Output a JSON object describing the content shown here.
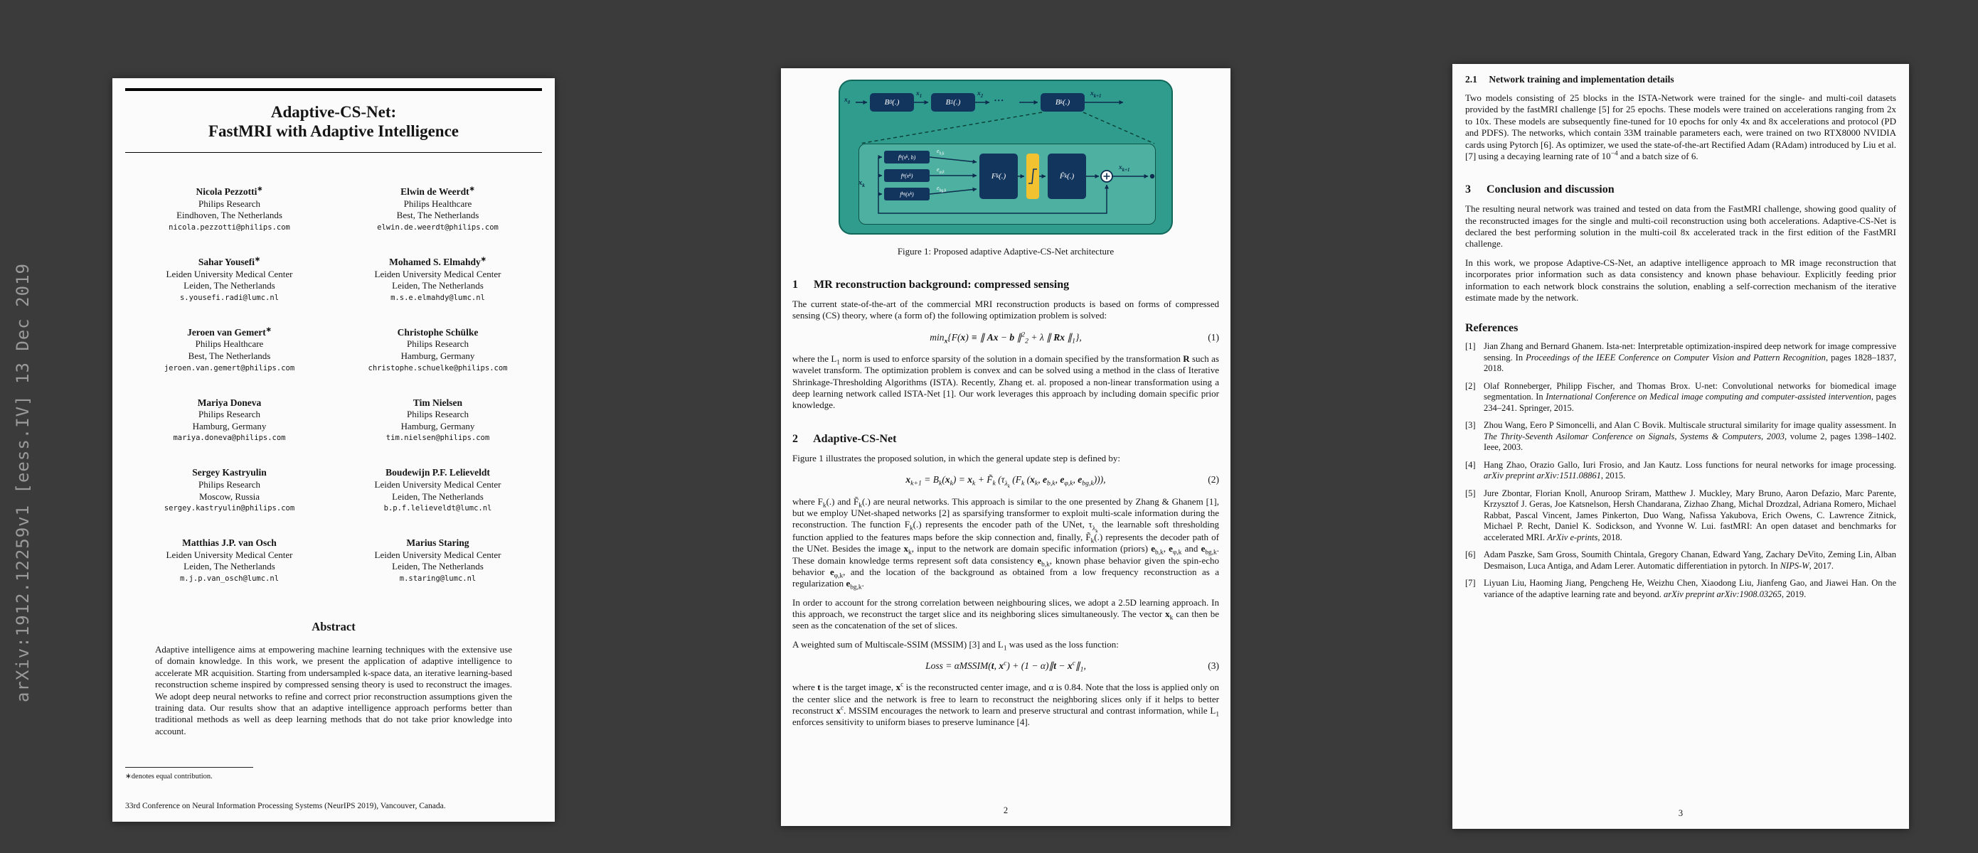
{
  "colors": {
    "canvas_bg": "#3b3b3b",
    "page_bg": "#fbfbfb",
    "watermark_gray": "#9a9a9a",
    "figure_teal": "#2f9c8d",
    "figure_panel_teal": "#4db0a0",
    "block_navy": "#12355e",
    "threshold_yellow": "#f2c230",
    "line_navy": "#0d2c4e"
  },
  "watermark": {
    "text": "arXiv:1912.12259v1  [eess.IV]  13 Dec 2019"
  },
  "page1": {
    "title_line1": "Adaptive-CS-Net:",
    "title_line2": "FastMRI with Adaptive Intelligence",
    "authors": [
      {
        "name": "Nicola Pezzotti<sup>∗</sup>",
        "affil1": "Philips Research",
        "affil2": "Eindhoven, The Netherlands",
        "email": "nicola.pezzotti@philips.com"
      },
      {
        "name": "Elwin de Weerdt<sup>∗</sup>",
        "affil1": "Philips Healthcare",
        "affil2": "Best, The Netherlands",
        "email": "elwin.de.weerdt@philips.com"
      },
      {
        "name": "Sahar Yousefi<sup>∗</sup>",
        "affil1": "Leiden University Medical Center",
        "affil2": "Leiden, The Netherlands",
        "email": "s.yousefi.radi@lumc.nl"
      },
      {
        "name": "Mohamed S. Elmahdy<sup>∗</sup>",
        "affil1": "Leiden University Medical Center",
        "affil2": "Leiden, The Netherlands",
        "email": "m.s.e.elmahdy@lumc.nl"
      },
      {
        "name": "Jeroen van Gemert<sup>∗</sup>",
        "affil1": "Philips Healthcare",
        "affil2": "Best, The Netherlands",
        "email": "jeroen.van.gemert@philips.com"
      },
      {
        "name": "Christophe Schülke",
        "affil1": "Philips Research",
        "affil2": "Hamburg, Germany",
        "email": "christophe.schuelke@philips.com"
      },
      {
        "name": "Mariya Doneva",
        "affil1": "Philips Research",
        "affil2": "Hamburg, Germany",
        "email": "mariya.doneva@philips.com"
      },
      {
        "name": "Tim Nielsen",
        "affil1": "Philips Research",
        "affil2": "Hamburg, Germany",
        "email": "tim.nielsen@philips.com"
      },
      {
        "name": "Sergey Kastryulin",
        "affil1": "Philips Research",
        "affil2": "Moscow, Russia",
        "email": "sergey.kastryulin@philips.com"
      },
      {
        "name": "Boudewijn P.F. Lelieveldt",
        "affil1": "Leiden University Medical Center",
        "affil2": "Leiden, The Netherlands",
        "email": "b.p.f.lelieveldt@lumc.nl"
      },
      {
        "name": "Matthias J.P. van Osch",
        "affil1": "Leiden University Medical Center",
        "affil2": "Leiden, The Netherlands",
        "email": "m.j.p.van_osch@lumc.nl"
      },
      {
        "name": "Marius Staring",
        "affil1": "Leiden University Medical Center",
        "affil2": "Leiden, The Netherlands",
        "email": "m.staring@lumc.nl"
      }
    ],
    "abstract_heading": "Abstract",
    "abstract_text": "Adaptive intelligence aims at empowering machine learning techniques with the extensive use of domain knowledge. In this work, we present the application of adaptive intelligence to accelerate MR acquisition. Starting from undersampled k-space data, an iterative learning-based reconstruction scheme inspired by compressed sensing theory is used to reconstruct the images. We adopt deep neural networks to refine and correct prior reconstruction assumptions given the training data. Our results show that an adaptive intelligence approach performs better than traditional methods as well as deep learning methods that do not take prior knowledge into account.",
    "footnote": "∗denotes equal contribution.",
    "conference_note": "33rd Conference on Neural Information Processing Systems (NeurIPS 2019), Vancouver, Canada."
  },
  "page2": {
    "figure": {
      "labels": {
        "x0": "x<sub>0</sub>",
        "x1": "x<sub>1</sub>",
        "x2": "x<sub>2</sub>",
        "dots": "• • •",
        "xk1_top": "x<sub>k+1</sub>",
        "b0": "B<sub>0</sub>(.)",
        "b1": "B<sub>1</sub>(.)",
        "bk": "B<sub>k</sub>(.)",
        "xk_in": "x<sub>k</sub>",
        "fb": "f<sub>b</sub>(x<sub>k</sub>, b)",
        "fphi": "f<sub>φ</sub>(x<sub>k</sub>)",
        "fbg": "f<sub>bg</sub>(x<sub>k</sub>)",
        "eb": "e<sub>b,k</sub>",
        "ephi": "e<sub>φ,k</sub>",
        "ebg": "e<sub>bg,k</sub>",
        "Fk": "F<sub>k</sub>(.)",
        "Fkt": "F̃<sub>k</sub>(.)",
        "xk1_out": "x<sub>k+1</sub>"
      }
    },
    "caption": "Figure 1: Proposed adaptive Adaptive-CS-Net architecture",
    "sec1": {
      "num": "1",
      "title": "MR reconstruction background: compressed sensing"
    },
    "sec1_para1": "The current state-of-the-art of the commercial MRI reconstruction products is based on forms of compressed sensing (CS) theory, where (a form of) the following optimization problem is solved:",
    "eq1": {
      "body": "min<sub><b>x</b></sub>{F(<b>x</b>) ≡ ∥ <b>Ax</b> − <b>b</b> ∥<sup>2</sup><sub>2</sub> + λ ∥ <b>Rx</b> ∥<sub>1</sub>},",
      "number": "(1)"
    },
    "sec1_para2": "where the L<sub>1</sub> norm is used to enforce sparsity of the solution in a domain specified by the transformation <b>R</b> such as wavelet transform. The optimization problem is convex and can be solved using a method in the class of Iterative Shrinkage-Thresholding Algorithms (ISTA). Recently, Zhang et. al. proposed a non-linear transformation using a deep learning network called ISTA-Net [1]. Our work leverages this approach by including domain specific prior knowledge.",
    "sec2": {
      "num": "2",
      "title": "Adaptive-CS-Net"
    },
    "sec2_para1": "Figure 1 illustrates the proposed solution, in which the general update step is defined by:",
    "eq2": {
      "body": "<b>x</b><sub>k+1</sub> = B<sub>k</sub>(<b>x</b><sub>k</sub>) = <b>x</b><sub>k</sub> + F̃<sub>k</sub> (τ<sub>λ<sub>k</sub></sub> (F<sub>k</sub> (<b>x</b><sub>k</sub>, <b>e</b><sub>b,k</sub>, <b>e</b><sub>φ,k</sub>, <b>e</b><sub>bg,k</sub>))),",
      "number": "(2)"
    },
    "sec2_para2": "where F<sub>k</sub>(.) and F̃<sub>k</sub>(.) are neural networks. This approach is similar to the one presented by Zhang &amp; Ghanem [1], but we employ UNet-shaped networks [2] as sparsifying transformer to exploit multi-scale information during the reconstruction. The function F<sub>k</sub>(.) represents the encoder path of the UNet, τ<sub>λ<sub>k</sub></sub> the learnable soft thresholding function applied to the features maps before the skip connection and, finally, F̃<sub>k</sub>(.) represents the decoder path of the UNet. Besides the image <b>x</b><sub>k</sub>, input to the network are domain specific information (priors) <b>e</b><sub>b,k</sub>, <b>e</b><sub>φ,k</sub> and <b>e</b><sub>bg,k</sub>. These domain knowledge terms represent soft data consistency <b>e</b><sub>b,k</sub>, known phase behavior given the spin-echo behavior <b>e</b><sub>φ,k</sub>, and the location of the background as obtained from a low frequency reconstruction as a regularization <b>e</b><sub>bg,k</sub>.",
    "sec2_para3": "In order to account for the strong correlation between neighbouring slices, we adopt a 2.5D learning approach. In this approach, we reconstruct the target slice and its neighboring slices simultaneously. The vector <b>x</b><sub>k</sub> can then be seen as the concatenation of the set of slices.",
    "sec2_para4": "A weighted sum of Multiscale-SSIM (MSSIM) [3] and L<sub>1</sub> was used as the loss function:",
    "eq3": {
      "body": "Loss = αMSSIM(<b>t</b>, <b>x</b><sup>c</sup>) + (1 − α)∥<b>t</b> − <b>x</b><sup>c</sup>∥<sub>1</sub>,",
      "number": "(3)"
    },
    "sec2_para5": "where <b>t</b> is the target image, <b>x</b><sup>c</sup> is the reconstructed center image, and α is 0.84. Note that the loss is applied only on the center slice and the network is free to learn to reconstruct the neighboring slices only if it helps to better reconstruct <b>x</b><sup>c</sup>. MSSIM encourages the network to learn and preserve structural and contrast information, while L<sub>1</sub> enforces sensitivity to uniform biases to preserve luminance [4].",
    "page_number": "2"
  },
  "page3": {
    "sec21": {
      "num": "2.1",
      "title": "Network training and implementation details"
    },
    "sec21_para": "Two models consisting of 25 blocks in the ISTA-Network were trained for the single- and multi-coil datasets provided by the fastMRI challenge [5] for 25 epochs. These models were trained on accelerations ranging from 2x to 10x. These models are subsequently fine-tuned for 10 epochs for only 4x and 8x accelerations and protocol (PD and PDFS). The networks, which contain 33M trainable parameters each, were trained on two RTX8000 NVIDIA cards using Pytorch [6]. As optimizer, we used the state-of-the-art Rectified Adam (RAdam) introduced by Liu et al. [7] using a decaying learning rate of 10<sup>−4</sup> and a batch size of 6.",
    "sec3": {
      "num": "3",
      "title": "Conclusion and discussion"
    },
    "sec3_para1": "The resulting neural network was trained and tested on data from the FastMRI challenge, showing good quality of the reconstructed images for the single and multi-coil reconstruction using both accelerations. Adaptive-CS-Net is declared the best performing solution in the multi-coil 8x accelerated track in the first edition of the FastMRI challenge.",
    "sec3_para2": "In this work, we propose Adaptive-CS-Net, an adaptive intelligence approach to MR image reconstruction that incorporates prior information such as data consistency and known phase behaviour. Explicitly feeding prior information to each network block constrains the solution, enabling a self-correction mechanism of the iterative estimate made by the network.",
    "refs_heading": "References",
    "references": [
      {
        "num": "[1]",
        "text": "Jian Zhang and Bernard Ghanem. Ista-net: Interpretable optimization-inspired deep network for image compressive sensing. In <i>Proceedings of the IEEE Conference on Computer Vision and Pattern Recognition</i>, pages 1828–1837, 2018."
      },
      {
        "num": "[2]",
        "text": "Olaf Ronneberger, Philipp Fischer, and Thomas Brox. U-net: Convolutional networks for biomedical image segmentation. In <i>International Conference on Medical image computing and computer-assisted intervention</i>, pages 234–241. Springer, 2015."
      },
      {
        "num": "[3]",
        "text": "Zhou Wang, Eero P Simoncelli, and Alan C Bovik. Multiscale structural similarity for image quality assessment. In <i>The Thrity-Seventh Asilomar Conference on Signals, Systems &amp; Computers, 2003</i>, volume 2, pages 1398–1402. Ieee, 2003."
      },
      {
        "num": "[4]",
        "text": "Hang Zhao, Orazio Gallo, Iuri Frosio, and Jan Kautz. Loss functions for neural networks for image processing. <i>arXiv preprint arXiv:1511.08861</i>, 2015."
      },
      {
        "num": "[5]",
        "text": "Jure Zbontar, Florian Knoll, Anuroop Sriram, Matthew J. Muckley, Mary Bruno, Aaron Defazio, Marc Parente, Krzysztof J. Geras, Joe Katsnelson, Hersh Chandarana, Zizhao Zhang, Michal Drozdzal, Adriana Romero, Michael Rabbat, Pascal Vincent, James Pinkerton, Duo Wang, Nafissa Yakubova, Erich Owens, C. Lawrence Zitnick, Michael P. Recht, Daniel K. Sodickson, and Yvonne W. Lui. fastMRI: An open dataset and benchmarks for accelerated MRI. <i>ArXiv e-prints</i>, 2018."
      },
      {
        "num": "[6]",
        "text": "Adam Paszke, Sam Gross, Soumith Chintala, Gregory Chanan, Edward Yang, Zachary DeVito, Zeming Lin, Alban Desmaison, Luca Antiga, and Adam Lerer. Automatic differentiation in pytorch. In <i>NIPS-W</i>, 2017."
      },
      {
        "num": "[7]",
        "text": "Liyuan Liu, Haoming Jiang, Pengcheng He, Weizhu Chen, Xiaodong Liu, Jianfeng Gao, and Jiawei Han. On the variance of the adaptive learning rate and beyond. <i>arXiv preprint arXiv:1908.03265</i>, 2019."
      }
    ],
    "page_number": "3"
  }
}
